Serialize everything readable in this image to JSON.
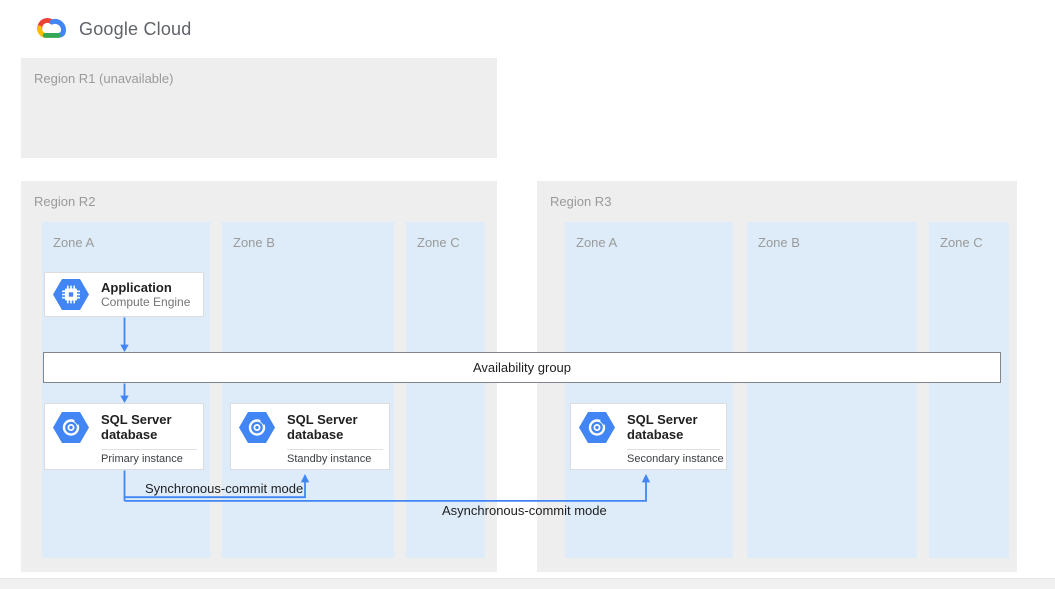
{
  "header": {
    "logo_text": "Google Cloud",
    "logo_icon": "google-cloud-logo-icon"
  },
  "regions": {
    "r1": {
      "label": "Region R1 (unavailable)"
    },
    "r2": {
      "label": "Region R2",
      "zones": [
        "Zone A",
        "Zone B",
        "Zone C"
      ]
    },
    "r3": {
      "label": "Region R3",
      "zones": [
        "Zone A",
        "Zone B",
        "Zone C"
      ]
    }
  },
  "nodes": {
    "application": {
      "title": "Application",
      "subtitle": "Compute Engine",
      "icon": "compute-engine-icon"
    },
    "availability_group": {
      "label": "Availability group"
    },
    "sql_primary": {
      "title": "SQL Server database",
      "instance": "Primary instance",
      "icon": "cloud-sql-icon"
    },
    "sql_standby": {
      "title": "SQL Server database",
      "instance": "Standby instance",
      "icon": "cloud-sql-icon"
    },
    "sql_secondary": {
      "title": "SQL Server database",
      "instance": "Secondary instance",
      "icon": "cloud-sql-icon"
    }
  },
  "edges": {
    "sync_label": "Synchronous-commit mode",
    "async_label": "Asynchronous-commit mode"
  },
  "colors": {
    "accent_blue": "#4285f4",
    "region_bg": "#eeeeee",
    "zone_bg": "#ddecf8",
    "logo_gray": "#5f6368",
    "logo_red": "#ea4335",
    "logo_yellow": "#fbbc04",
    "logo_green": "#34a853",
    "bottom_bar_bg": "#f1f1f1"
  }
}
